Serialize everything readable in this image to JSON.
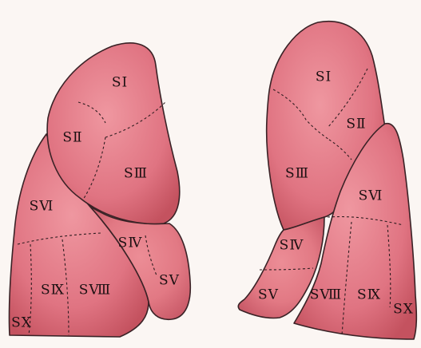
{
  "colors": {
    "background": "#fbf6f3",
    "lung_light": "#ec8d96",
    "lung_mid": "#df6f7b",
    "lung_dark": "#c45463",
    "outline": "#3a2226"
  },
  "left_view": {
    "labels": {
      "s1": "SⅠ",
      "s2": "SⅡ",
      "s3": "SⅢ",
      "s4": "SⅣ",
      "s5": "SⅤ",
      "s6": "SⅥ",
      "s8": "SⅧ",
      "s9": "SⅨ",
      "s10": "SⅩ"
    }
  },
  "right_view": {
    "labels": {
      "s1": "SⅠ",
      "s2": "SⅡ",
      "s3": "SⅢ",
      "s4": "SⅣ",
      "s5": "SⅤ",
      "s6": "SⅥ",
      "s8": "SⅧ",
      "s9": "SⅨ",
      "s10": "SⅩ"
    }
  }
}
